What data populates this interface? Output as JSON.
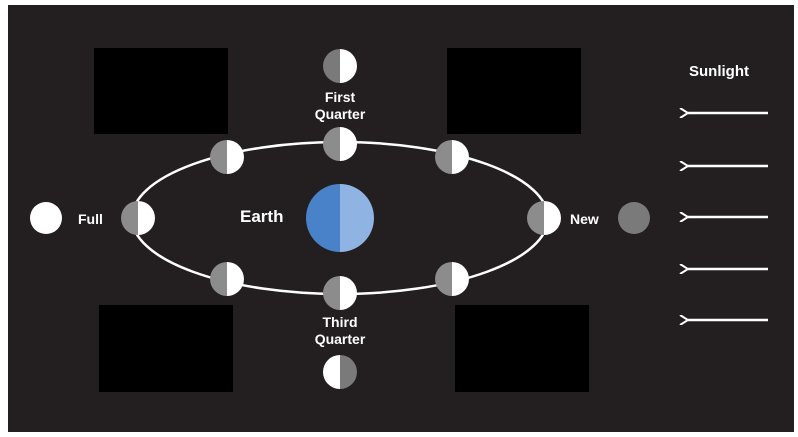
{
  "labels": {
    "sunlight": "Sunlight",
    "first_quarter_line1": "First",
    "first_quarter_line2": "Quarter",
    "third_quarter_line1": "Third",
    "third_quarter_line2": "Quarter",
    "earth": "Earth",
    "full": "Full",
    "new": "New"
  },
  "colors": {
    "background": "#231f20",
    "moon_light": "#ffffff",
    "moon_dark": "#8c8c8c",
    "earth_left": "#4a82c9",
    "earth_right": "#8fb3e3",
    "orbit": "#ffffff",
    "answer_box": "#000000",
    "new_moon": "#7a7a7a"
  },
  "sunlight_arrow_count": 5
}
